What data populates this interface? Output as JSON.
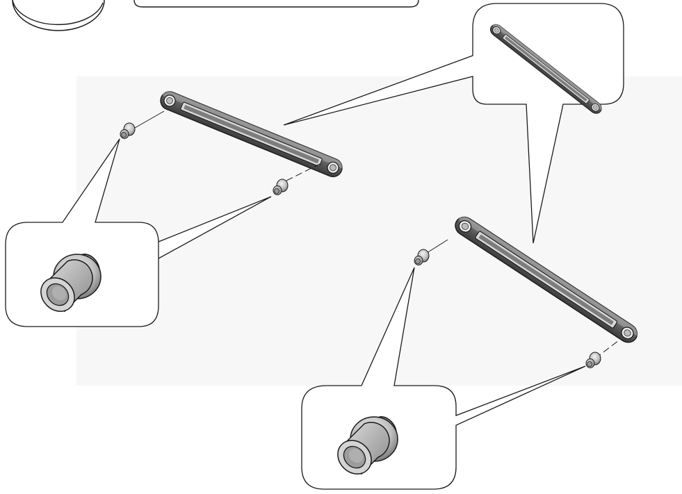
{
  "figure": {
    "kind": "exploded-assembly-instruction",
    "text": [],
    "colors": {
      "background": "#ffffff",
      "backdrop": "#f7f7f7",
      "outline": "#1a1a1a",
      "part_metal": "#5a5a5a",
      "part_edge": "#3a3a3a",
      "part_highlight": "#bdbdbd",
      "bushing_light": "#e0e0e0",
      "bushing_dark": "#7a7a7a"
    }
  },
  "parts": {
    "link_bar": {
      "icon": "link-bar-icon",
      "count_shown": 3
    },
    "ball_bushing": {
      "icon": "ball-bushing-icon",
      "count_shown": 4
    }
  },
  "callouts": [
    {
      "name": "callout-bar-detail",
      "content": "link-bar-icon"
    },
    {
      "name": "callout-bushing-left",
      "content": "ball-bushing-icon"
    },
    {
      "name": "callout-bushing-right",
      "content": "ball-bushing-icon"
    }
  ]
}
